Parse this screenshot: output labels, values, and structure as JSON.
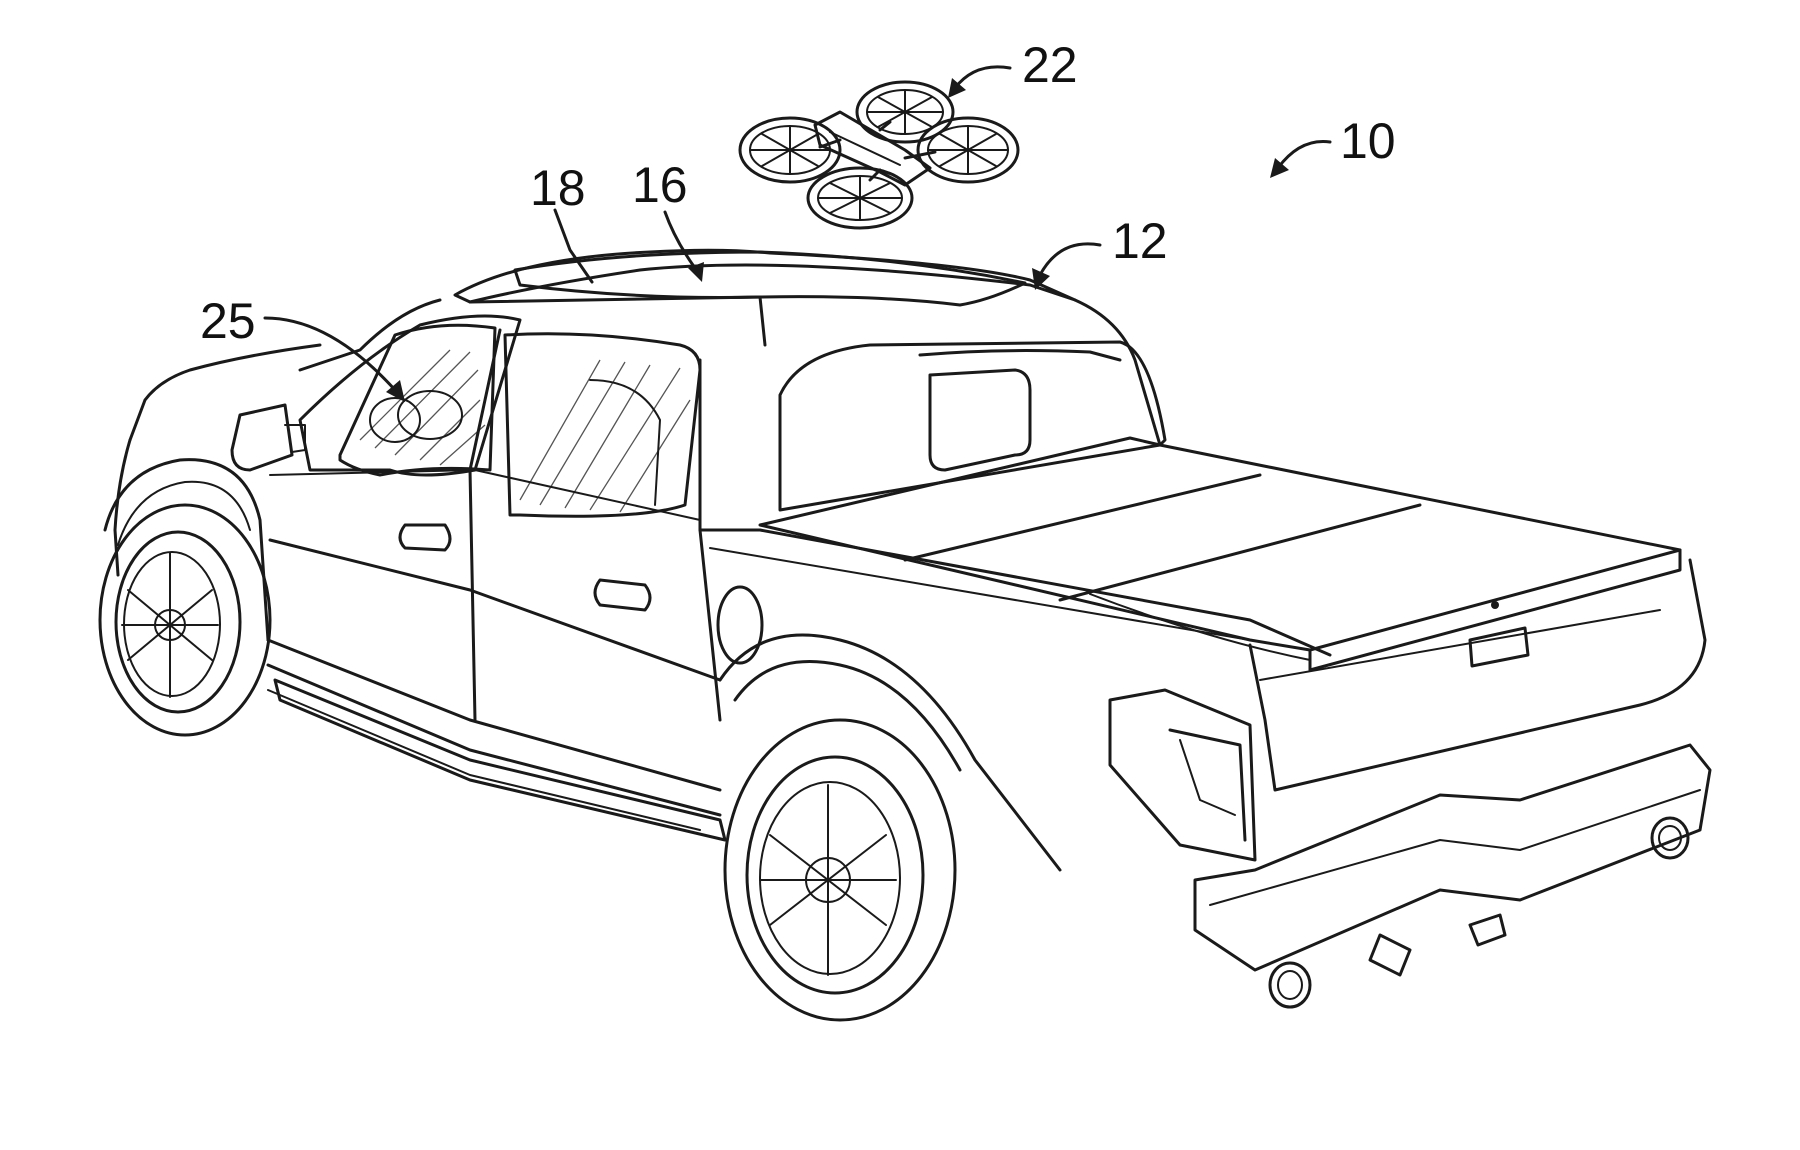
{
  "figure": {
    "reference_numerals": [
      {
        "id": "10",
        "text": "10",
        "refers_to": "system"
      },
      {
        "id": "12",
        "text": "12",
        "refers_to": "vehicle"
      },
      {
        "id": "16",
        "text": "16",
        "refers_to": "roof"
      },
      {
        "id": "18",
        "text": "18",
        "refers_to": "roof landing surface"
      },
      {
        "id": "22",
        "text": "22",
        "refers_to": "drone"
      },
      {
        "id": "25",
        "text": "25",
        "refers_to": "cabin interior"
      }
    ]
  },
  "colors": {
    "line": "#1a1a1a",
    "background": "#ffffff"
  }
}
